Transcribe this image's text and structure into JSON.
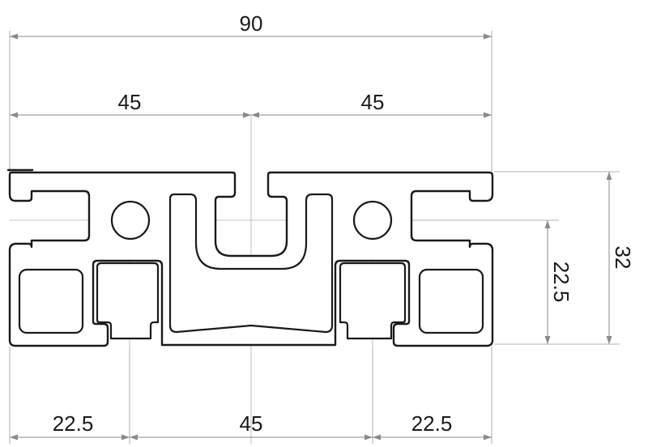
{
  "dimensions": {
    "overall_width": "90",
    "half_width_left": "45",
    "half_width_right": "45",
    "height": "32",
    "center_height": "22.5",
    "bottom_left": "22.5",
    "bottom_middle": "45",
    "bottom_right": "22.5"
  },
  "colors": {
    "profile_stroke": "#1a1a1a",
    "dimension_line": "#8a8a8a",
    "background": "#ffffff"
  }
}
